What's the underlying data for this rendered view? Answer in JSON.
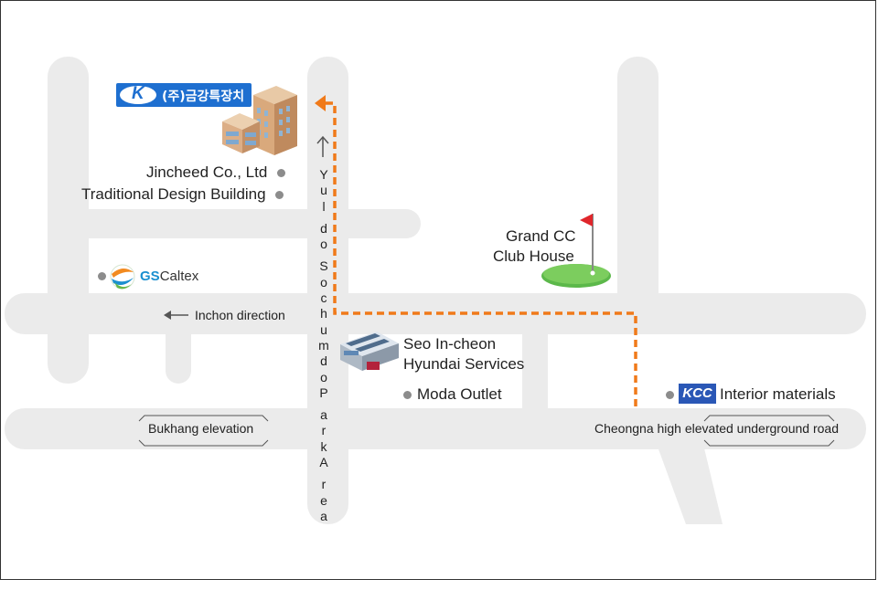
{
  "map": {
    "company_logo": {
      "letter": "K",
      "text": "(주)금강특장치"
    },
    "places": {
      "jincheed": "Jincheed Co., Ltd",
      "traditional_design": "Traditional Design Building",
      "gs_caltex": {
        "brand": "GS",
        "name": "Caltex"
      },
      "grand_cc_line1": "Grand CC",
      "grand_cc_line2": "Club House",
      "seo_incheon_line1": "Seo In-cheon",
      "seo_incheon_line2": "Hyundai Services",
      "moda_outlet": "Moda Outlet",
      "kcc": {
        "brand": "KCC",
        "name": "Interior materials"
      }
    },
    "directions": {
      "inchon": "Inchon direction"
    },
    "roads": {
      "park_area_vertical": [
        "Y",
        "u",
        "l",
        "d",
        "o",
        "S",
        "o",
        "c",
        "h",
        "u",
        "m",
        "d",
        "o",
        "P",
        "a",
        "r",
        "k",
        "A",
        "r",
        "e",
        "a"
      ],
      "bukhang": "Bukhang elevation",
      "cheongna": "Cheongna high elevated underground road"
    },
    "colors": {
      "road": "#ebebeb",
      "route": "#f07a1a",
      "kcc": "#2a57b6",
      "logo_blue": "#1e6fd0"
    }
  }
}
